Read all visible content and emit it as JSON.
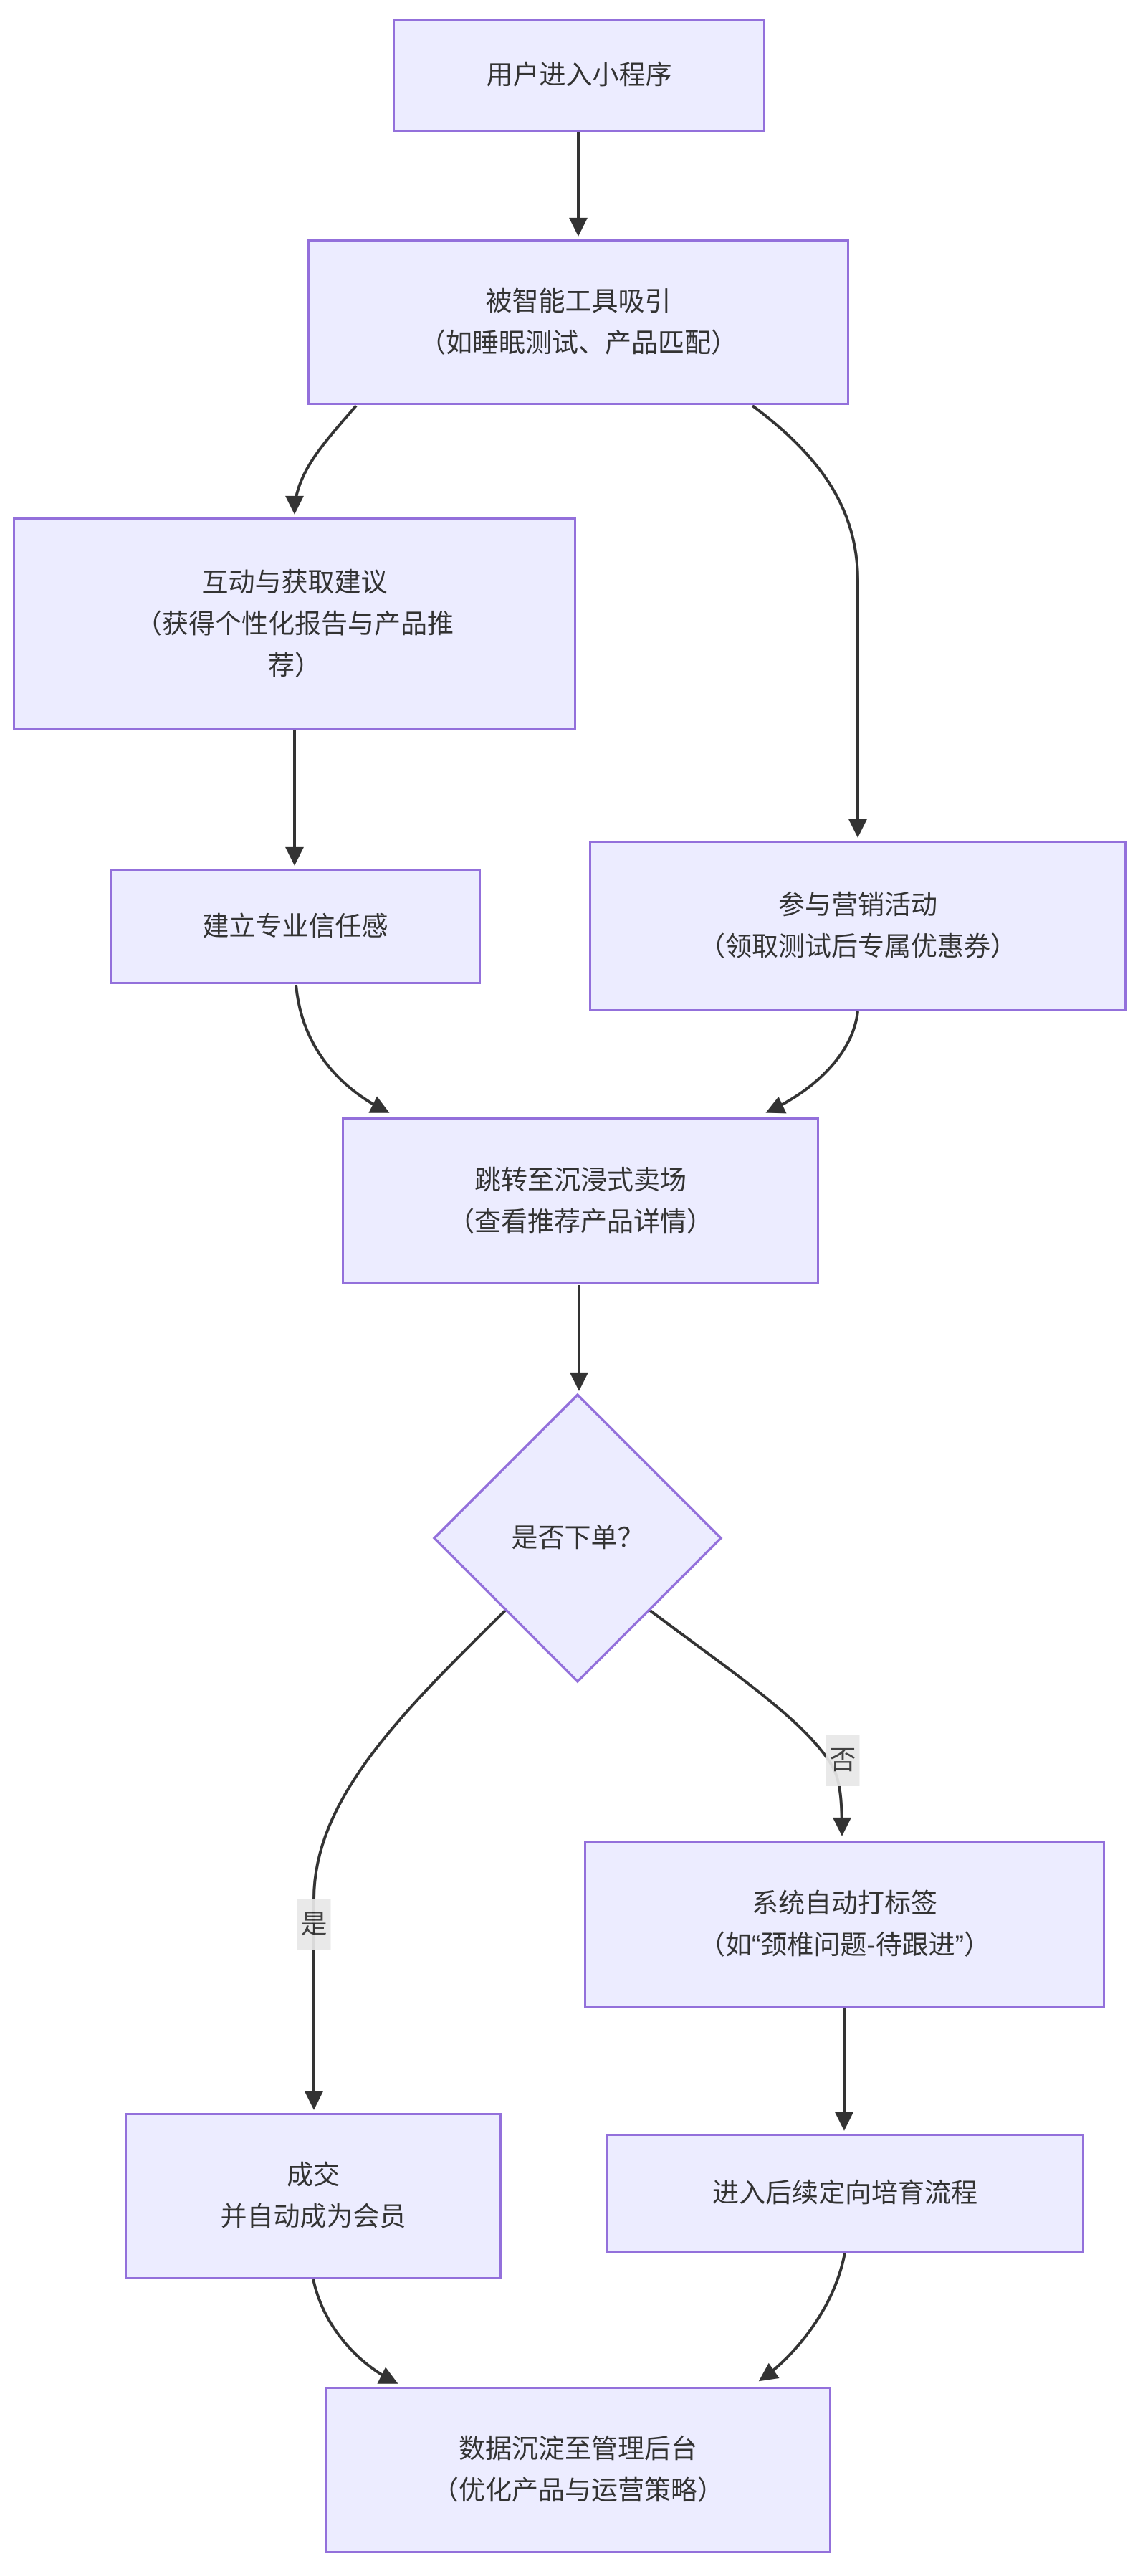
{
  "diagram": {
    "nodes": {
      "enter": {
        "label": "用户进入小程序"
      },
      "attract": {
        "label": "被智能工具吸引\n（如睡眠测试、产品匹配）"
      },
      "interact": {
        "label": "互动与获取建议\n（获得个性化报告与产品推\n荐）"
      },
      "trust": {
        "label": "建立专业信任感"
      },
      "marketing": {
        "label": "参与营销活动\n（领取测试后专属优惠券）"
      },
      "store": {
        "label": "跳转至沉浸式卖场\n（查看推荐产品详情）"
      },
      "decision": {
        "label": "是否下单？"
      },
      "tagging": {
        "label": "系统自动打标签\n（如“颈椎问题-待跟进”）"
      },
      "deal": {
        "label": "成交\n并自动成为会员"
      },
      "nurture": {
        "label": "进入后续定向培育流程"
      },
      "backend": {
        "label": "数据沉淀至管理后台\n（优化产品与运营策略）"
      }
    },
    "edge_labels": {
      "yes": "是",
      "no": "否"
    },
    "colors": {
      "node_fill": "#ECECFF",
      "node_border": "#9370DB",
      "edge": "#333333",
      "text": "#333333",
      "label_bg": "#E8E8E8",
      "background": "#FFFFFF"
    }
  }
}
